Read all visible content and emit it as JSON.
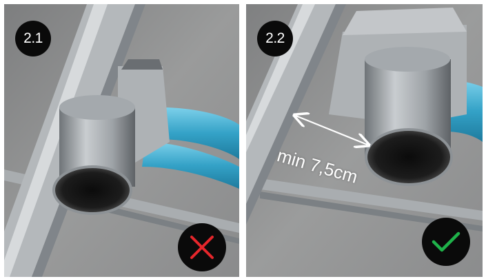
{
  "panels": [
    {
      "step": "2.1",
      "status": "incorrect",
      "status_icon": "cross-icon",
      "status_color": "#e5262b"
    },
    {
      "step": "2.2",
      "status": "correct",
      "status_icon": "checkmark-icon",
      "status_color": "#1fb24a",
      "measurement": "min 7,5cm"
    }
  ],
  "colors": {
    "concrete": "#8e8f8f",
    "duct_blue": "#3aa6c9",
    "metal": "#b8bcc0",
    "badge": "#0a0a0a"
  }
}
